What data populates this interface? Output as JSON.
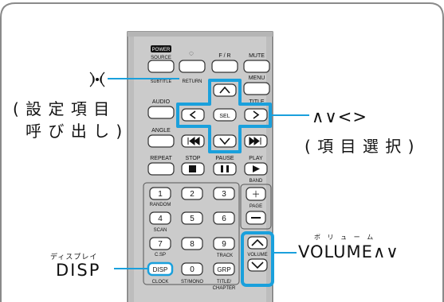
{
  "remote": {
    "power_badge": "POWER",
    "source": "SOURCE",
    "fr": "F / R",
    "mute": "MUTE",
    "subtitle": "SUBTITLE",
    "return": "RETURN",
    "menu": "MENU",
    "title": "TITLE",
    "audio": "AUDIO",
    "sel": "SEL",
    "angle": "ANGLE",
    "repeat": "REPEAT",
    "stop": "STOP",
    "pause": "PAUSE",
    "play": "PLAY",
    "band": "BAND",
    "num1": "1",
    "num2": "2",
    "num3": "3",
    "num4": "4",
    "num5": "5",
    "num6": "6",
    "num7": "7",
    "num8": "8",
    "num9": "9",
    "num0": "0",
    "plus": "＋",
    "page": "PAGE",
    "random": "RANDOM",
    "scan": "SCAN",
    "csp": "C.SP",
    "track": "TRACK",
    "volume": "VOLUME",
    "disp": "DISP",
    "grp": "GRP",
    "clock": "CLOCK",
    "st_mono": "ST/MONO",
    "title_chapter_1": "TITLE/",
    "title_chapter_2": "CHAPTER"
  },
  "callouts": {
    "settings_line1": "( 設 定 項 目",
    "settings_line2": "呼 び 出 し )",
    "arrows_symbols": "∧∨<>",
    "arrows_desc": "( 項 目 選 択 )",
    "volume_ruby": "ボ リ ュ ー ム",
    "volume_label": "VOLUME∧∨",
    "disp_ruby": "ディスプレイ",
    "disp_label": "DISP"
  },
  "colors": {
    "panel_border": "#8a8a8a",
    "remote_body": "#c9c9c9",
    "highlight": "#1aa0dc",
    "button_fill": "#ffffff",
    "ink": "#111111"
  }
}
